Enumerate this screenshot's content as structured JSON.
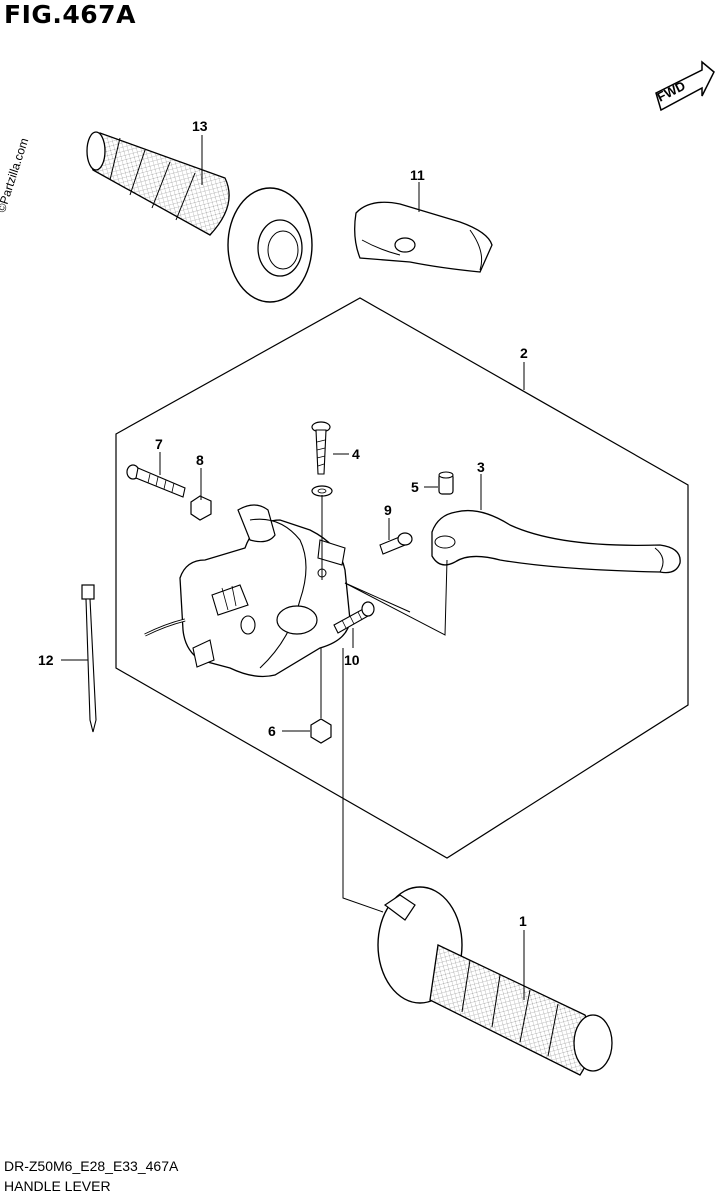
{
  "header": {
    "title": "FIG.467A"
  },
  "footer": {
    "model_code": "DR-Z50M6_E28_E33_467A",
    "caption": "HANDLE LEVER"
  },
  "watermark": "©Partzilla.com",
  "fwd_badge": {
    "label": "FWD"
  },
  "callouts": {
    "c1": "1",
    "c2": "2",
    "c3": "3",
    "c4": "4",
    "c5": "5",
    "c6": "6",
    "c7": "7",
    "c8": "8",
    "c9": "9",
    "c10": "10",
    "c11": "11",
    "c12": "12",
    "c13": "13"
  }
}
